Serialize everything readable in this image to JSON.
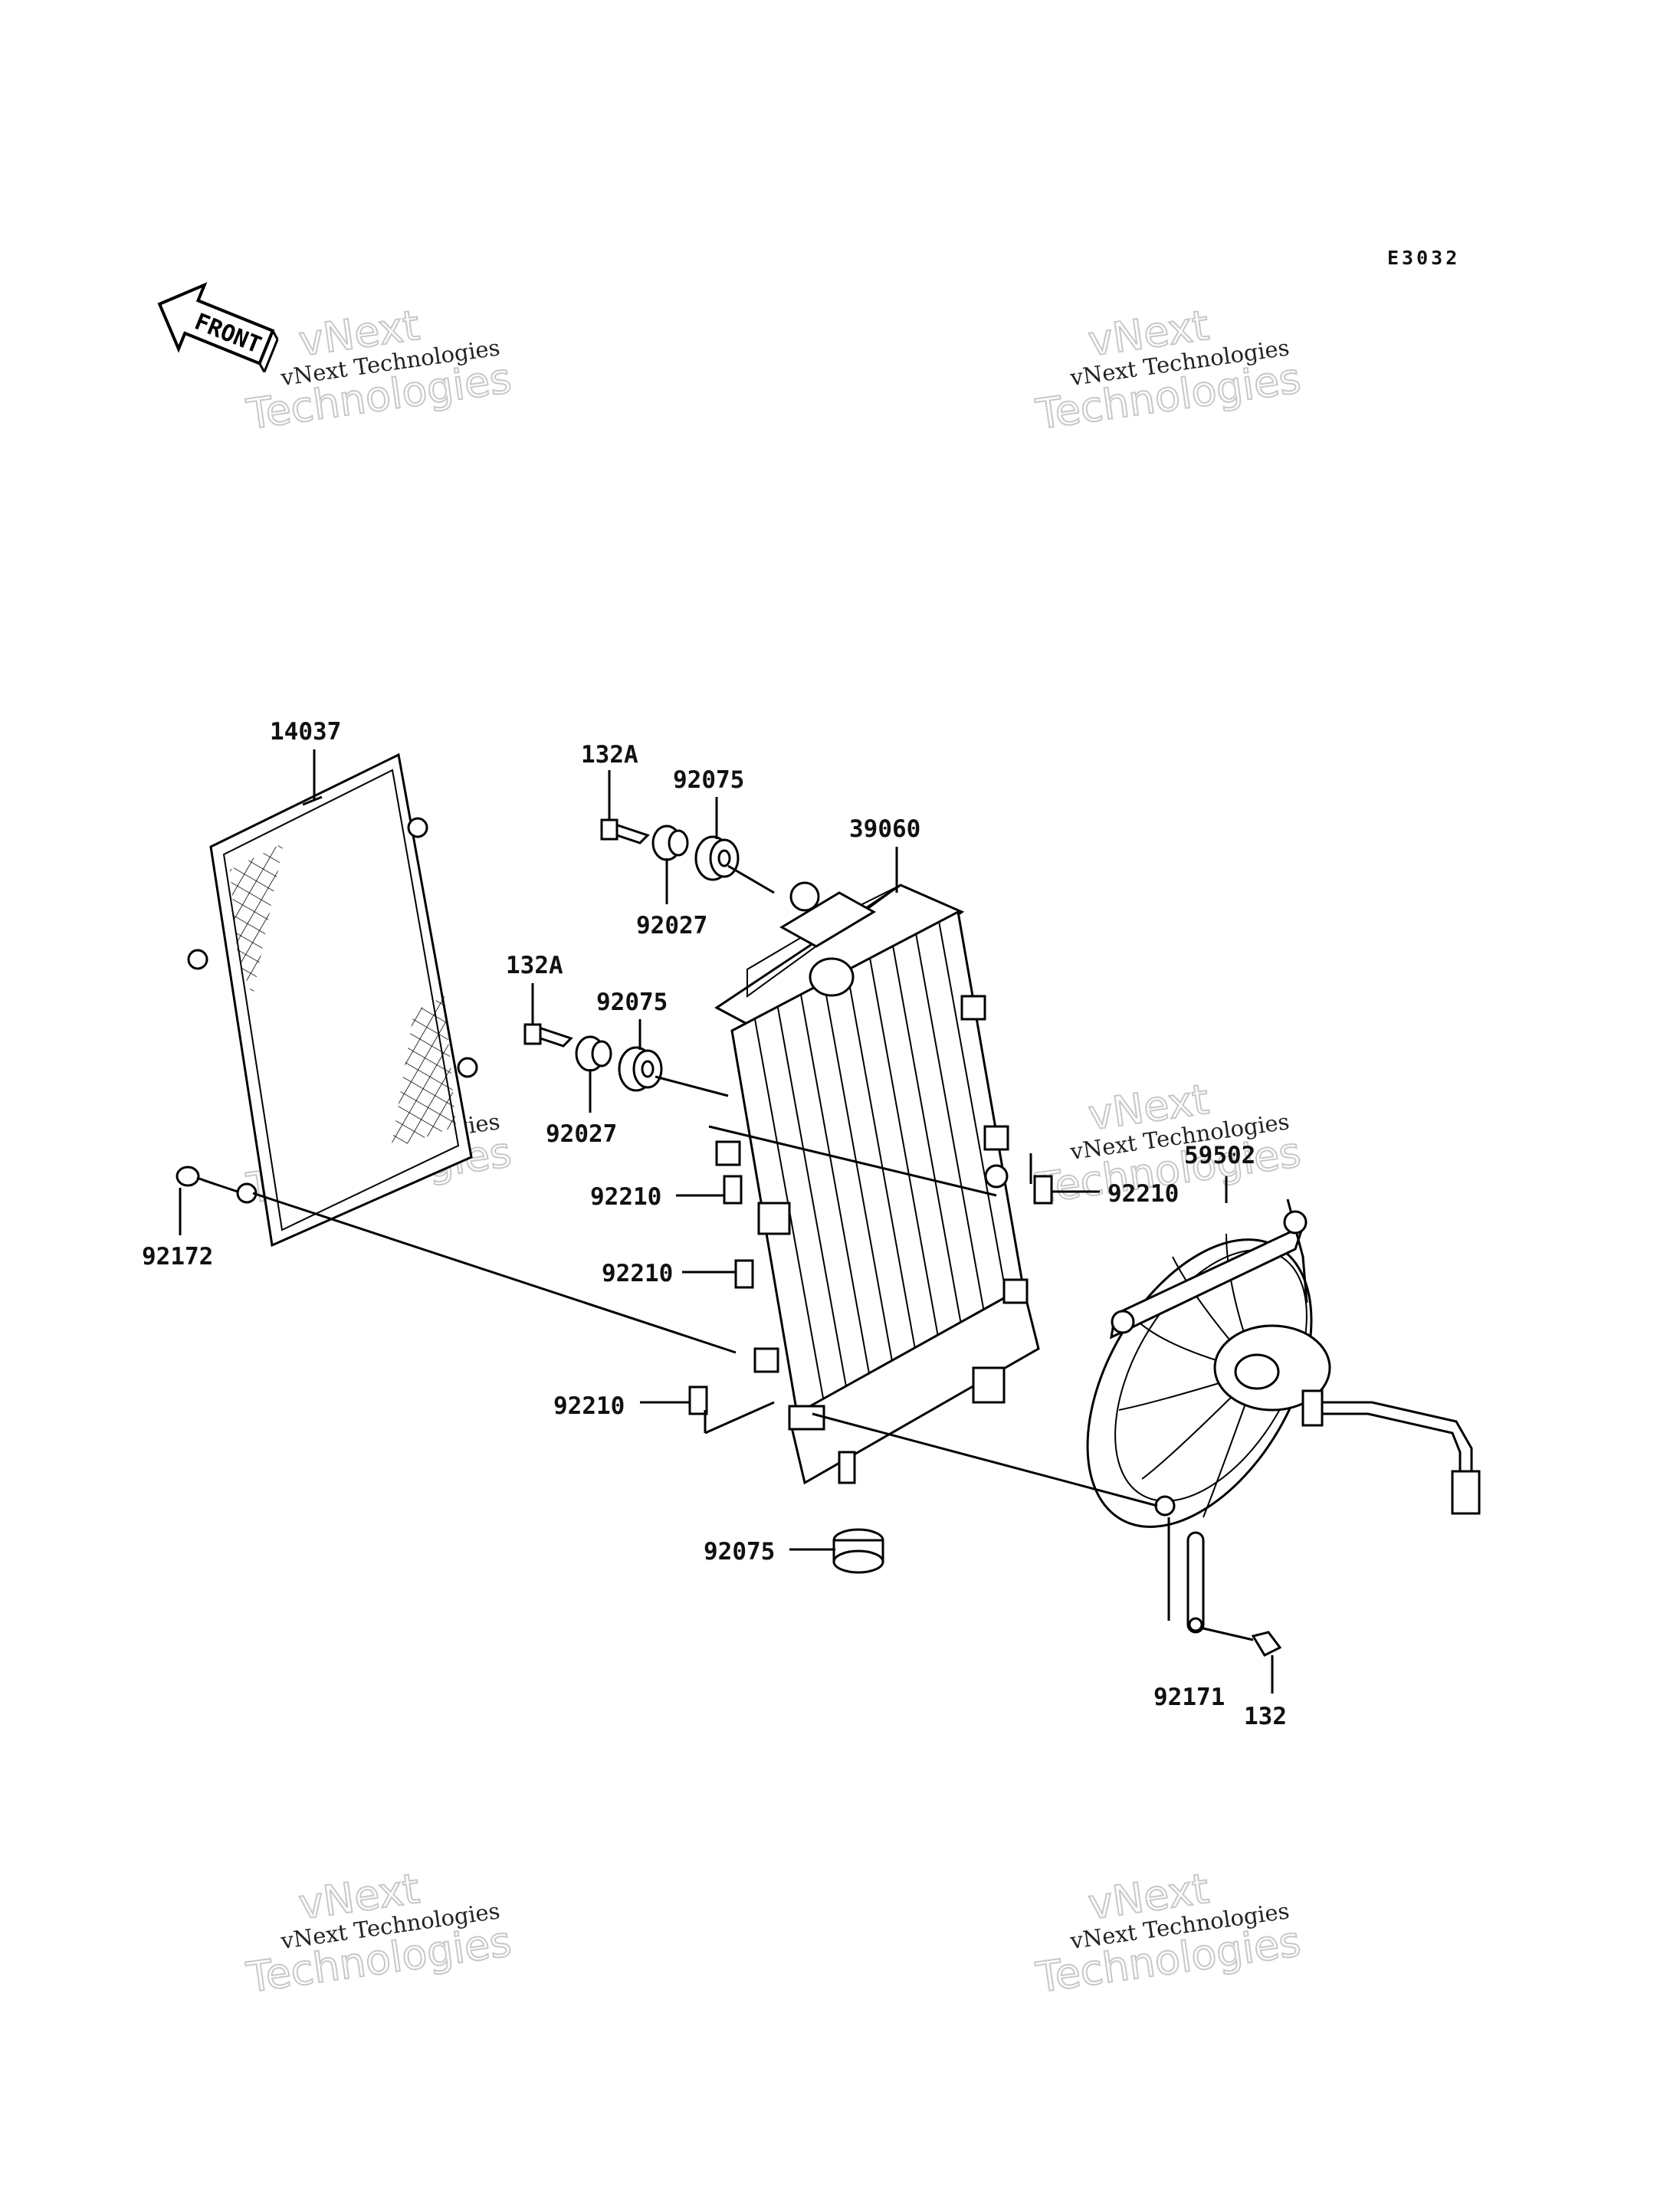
{
  "diagram_code": "E3032",
  "front_label": "FRONT",
  "watermark": {
    "small": "vNext Technologies",
    "big_top": "vNext",
    "big_bottom": "Technologies"
  },
  "part_labels": {
    "screen": "14037",
    "bolt_upper": "132A",
    "grommet_upper": "92075",
    "collar_upper": "92027",
    "radiator": "39060",
    "bolt_middle": "132A",
    "grommet_middle": "92075",
    "collar_middle": "92027",
    "bolt_left": "92172",
    "nut_1": "92210",
    "nut_2": "92210",
    "nut_3": "92210",
    "nut_right": "92210",
    "fan": "59502",
    "grommet_bottom": "92075",
    "stay": "92171",
    "bolt_bottom": "132"
  }
}
